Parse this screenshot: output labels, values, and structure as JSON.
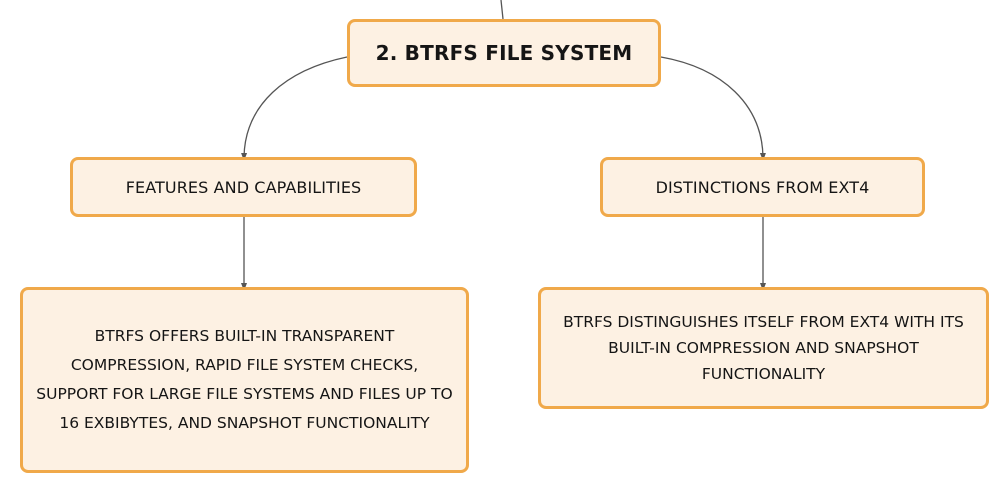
{
  "diagram": {
    "root": {
      "label": "2. BTRFS FILE SYSTEM"
    },
    "branches": [
      {
        "label": "FEATURES AND CAPABILITIES",
        "detail": "BTRFS OFFERS BUILT-IN TRANSPARENT COMPRESSION, RAPID FILE SYSTEM CHECKS, SUPPORT FOR LARGE FILE SYSTEMS AND FILES UP TO 16 EXBIBYTES, AND SNAPSHOT FUNCTIONALITY"
      },
      {
        "label": "DISTINCTIONS FROM EXT4",
        "detail": "BTRFS DISTINGUISHES ITSELF FROM EXT4 WITH ITS BUILT-IN COMPRESSION AND SNAPSHOT FUNCTIONALITY"
      }
    ]
  },
  "colors": {
    "node_fill": "#fdf1e3",
    "node_border": "#f0a94a",
    "connector": "#555555",
    "text": "#151515"
  }
}
